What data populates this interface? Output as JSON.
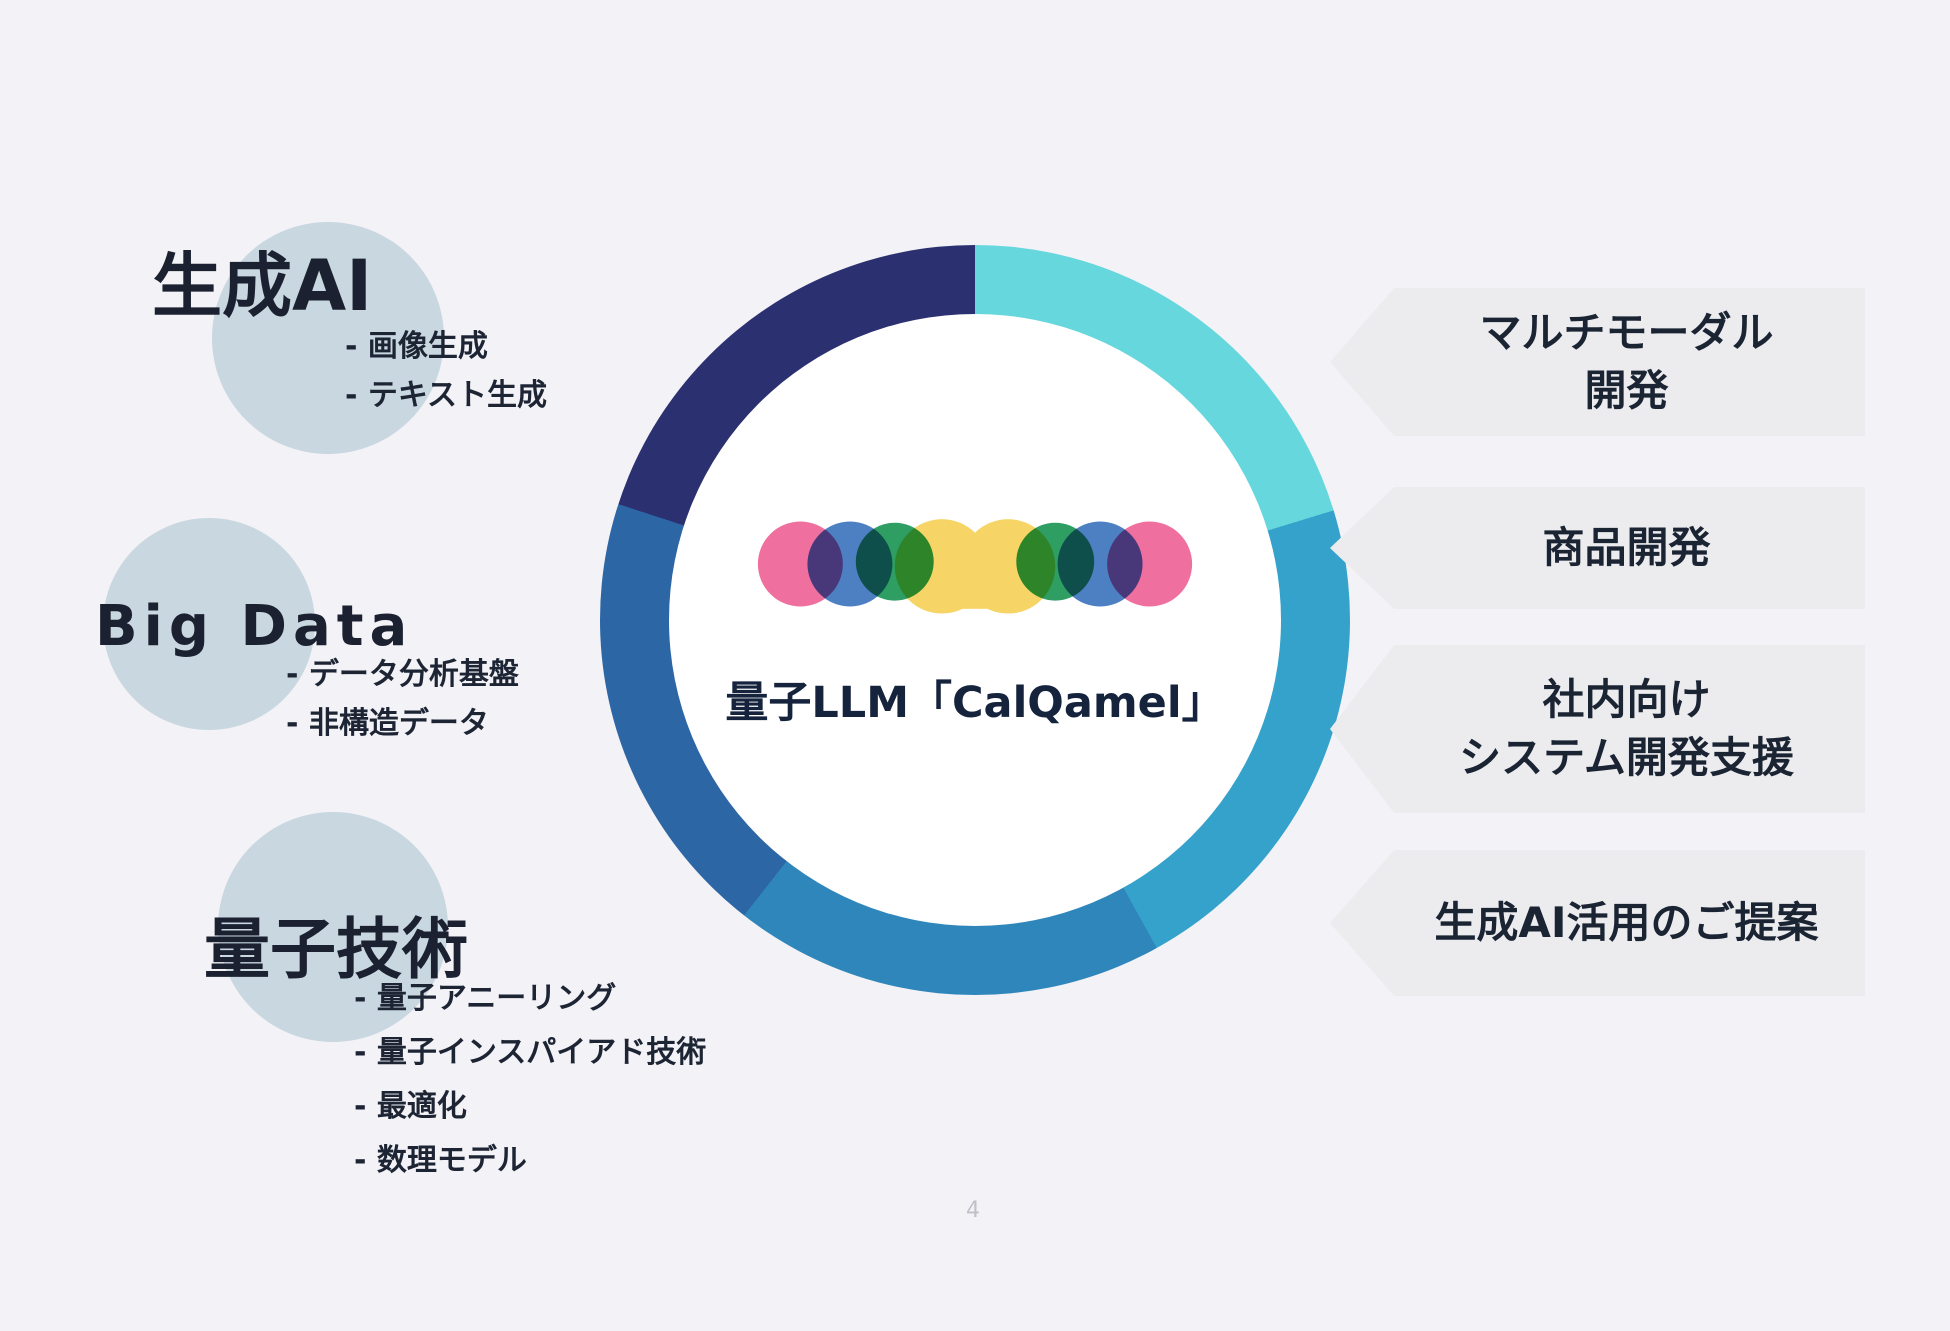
{
  "slide": {
    "background": "#f3f2f6",
    "page_number": "4"
  },
  "left_topics": [
    {
      "title": "生成AI",
      "items": [
        "- 画像生成",
        "- テキスト生成"
      ]
    },
    {
      "title": "Big Data",
      "items": [
        "- データ分析基盤",
        "- 非構造データ"
      ]
    },
    {
      "title": "量子技術",
      "items": [
        "- 量子アニーリング",
        "- 量子インスパイアド技術",
        "- 最適化",
        "- 数理モデル"
      ]
    }
  ],
  "center": {
    "label": "量子LLM「CalQamel」",
    "ring_segments": [
      {
        "name": "cyan-top-right",
        "color": "#67d7de",
        "from": 0,
        "to": 73
      },
      {
        "name": "blue-right",
        "color": "#35a2cb",
        "from": 73,
        "to": 151
      },
      {
        "name": "blue-bottom",
        "color": "#2e86bb",
        "from": 151,
        "to": 218
      },
      {
        "name": "blue-left",
        "color": "#2d66a5",
        "from": 218,
        "to": 288
      },
      {
        "name": "navy-top-left",
        "color": "#2b3071",
        "from": 288,
        "to": 360
      }
    ],
    "logo_colors": {
      "pink": "#ef6f9e",
      "blue": "#4d7fc3",
      "green": "#2f9e62",
      "yellow": "#f6d566"
    }
  },
  "right_banners": [
    {
      "text": "マルチモーダル\n開発"
    },
    {
      "text": "商品開発"
    },
    {
      "text": "社内向け\nシステム開発支援"
    },
    {
      "text": "生成AI活用のご提案"
    }
  ],
  "accent": {
    "topic_circle": "#c9d7e0",
    "banner_bg": "#ececef",
    "heading_color": "#1b2130"
  }
}
